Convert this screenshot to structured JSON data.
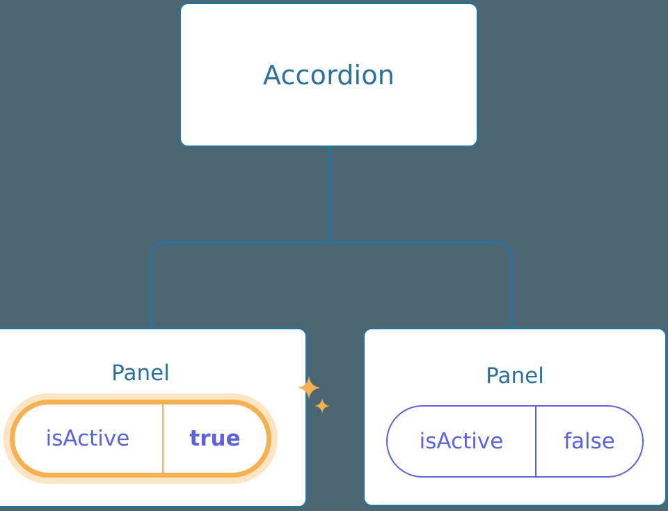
{
  "diagram": {
    "type": "component-tree",
    "background_color": "#4b6670",
    "accent_color": "#2e7099",
    "prop_color": "#5c63d8",
    "highlight_color": "#f5b052",
    "highlight_glow_color": "#fbdca9"
  },
  "root": {
    "label": "Accordion"
  },
  "children": [
    {
      "label": "Panel",
      "highlighted": true,
      "prop": {
        "key": "isActive",
        "value": "true"
      },
      "sparkles": [
        {
          "name": "sparkle-large-icon"
        },
        {
          "name": "sparkle-small-icon"
        }
      ]
    },
    {
      "label": "Panel",
      "highlighted": false,
      "prop": {
        "key": "isActive",
        "value": "false"
      }
    }
  ]
}
